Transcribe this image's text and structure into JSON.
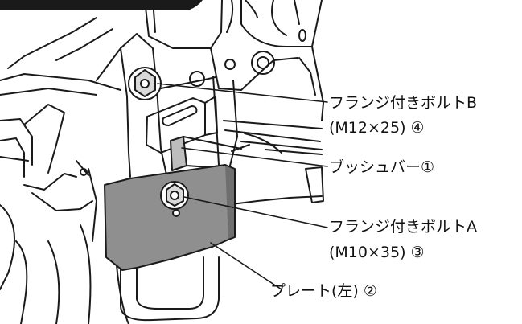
{
  "callouts": {
    "bolt_b_name": "フランジ付きボルトB",
    "bolt_b_spec": "(M12×25) ④",
    "bush_bar": "ブッシュバー①",
    "bolt_a_name": "フランジ付きボルトA",
    "bolt_a_spec": "(M10×35) ③",
    "plate": "プレート(左) ②"
  },
  "colors": {
    "line": "#1a1a1a",
    "plate_fill": "#8f8f8f",
    "background": "#ffffff"
  }
}
